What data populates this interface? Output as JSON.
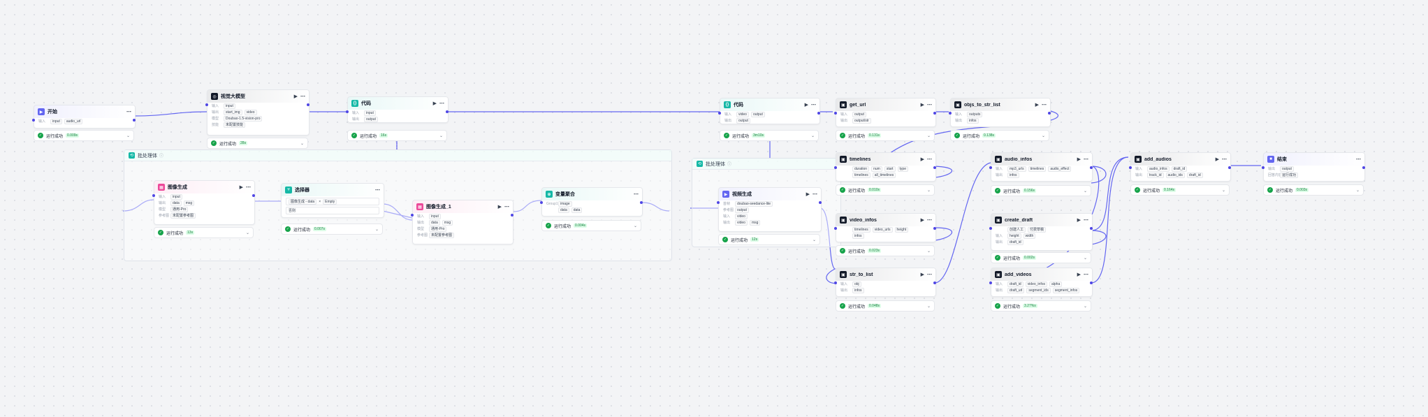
{
  "colors": {
    "accent": "#4f46e5",
    "success": "#16a34a",
    "loop": "#14b8a6"
  },
  "groups": {
    "loop1": {
      "title": "批处理体"
    },
    "loop2": {
      "title": "批处理体"
    }
  },
  "nodes": {
    "start": {
      "title": "开始",
      "rows": [
        {
          "label": "输入",
          "tags": [
            "input",
            "audio_url"
          ]
        }
      ],
      "status": "运行成功",
      "time": "0.009s"
    },
    "llm": {
      "title": "视觉大模型",
      "rows": [
        {
          "label": "输入",
          "tags": [
            "input"
          ]
        },
        {
          "label": "输出",
          "tags": [
            "start_img",
            "video"
          ]
        },
        {
          "label": "模型",
          "tags": [
            "Doubao-1.5-vision-pro"
          ]
        },
        {
          "label": "技能",
          "tags": [
            "未配置技能"
          ]
        }
      ],
      "status": "运行成功",
      "time": "28s"
    },
    "code1": {
      "title": "代码",
      "rows": [
        {
          "label": "输入",
          "tags": [
            "input"
          ]
        },
        {
          "label": "输出",
          "tags": [
            "output"
          ]
        }
      ],
      "status": "运行成功",
      "time": "16s"
    },
    "code2": {
      "title": "代码",
      "rows": [
        {
          "label": "输入",
          "tags": [
            "video",
            "output"
          ]
        },
        {
          "label": "输出",
          "tags": [
            "output"
          ]
        }
      ],
      "status": "运行成功",
      "time": "3m10s"
    },
    "get_url": {
      "title": "get_url",
      "rows": [
        {
          "label": "输入",
          "tags": [
            "output"
          ]
        },
        {
          "label": "输出",
          "tags": [
            "output/str"
          ]
        }
      ],
      "status": "运行成功",
      "time": "0.131s"
    },
    "objs": {
      "title": "objs_to_str_list",
      "rows": [
        {
          "label": "输入",
          "tags": [
            "outputs"
          ]
        },
        {
          "label": "输出",
          "tags": [
            "infos"
          ]
        }
      ],
      "status": "运行成功",
      "time": "0.138s"
    },
    "img1": {
      "title": "图像生成",
      "rows": [
        {
          "label": "输入",
          "tags": [
            "input"
          ]
        },
        {
          "label": "输出",
          "tags": [
            "data",
            "msg"
          ]
        },
        {
          "label": "模型",
          "tags": [
            "通用-Pro"
          ]
        },
        {
          "label": "参考图",
          "tags": [
            "未配置参考图"
          ]
        }
      ],
      "status": "运行成功",
      "time": "13s"
    },
    "select": {
      "title": "选择器",
      "cond1": [
        "图像生成 - data",
        "Empty"
      ],
      "else_label": "否则",
      "status": "运行成功",
      "time": "0.007s"
    },
    "img2": {
      "title": "图像生成_1",
      "rows": [
        {
          "label": "输入",
          "tags": [
            "input"
          ]
        },
        {
          "label": "输出",
          "tags": [
            "data",
            "msg"
          ]
        },
        {
          "label": "模型",
          "tags": [
            "通用-Pro"
          ]
        },
        {
          "label": "参考图",
          "tags": [
            "未配置参考图"
          ]
        }
      ]
    },
    "merge": {
      "title": "变量聚合",
      "rows": [
        {
          "label": "Group1",
          "tags": [
            "image"
          ]
        },
        {
          "label": "",
          "tags": [
            "data",
            "data"
          ]
        }
      ],
      "status": "运行成功",
      "time": "0.004s"
    },
    "video": {
      "title": "视频生成",
      "rows": [
        {
          "label": "首帧",
          "tags": [
            "doubao-seedance-lite"
          ]
        },
        {
          "label": "参考图",
          "tags": [
            "output"
          ]
        },
        {
          "label": "输入",
          "tags": [
            "video"
          ]
        },
        {
          "label": "输出",
          "tags": [
            "video",
            "msg"
          ]
        }
      ],
      "status": "运行成功",
      "time": "12s"
    },
    "timelines": {
      "title": "timelines",
      "rows": [
        {
          "label": "",
          "tags": [
            "duration",
            "num",
            "start",
            "type"
          ]
        },
        {
          "label": "",
          "tags": [
            "timelines",
            "all_timelines"
          ]
        }
      ],
      "status": "运行成功",
      "time": "0.010s"
    },
    "video_infos": {
      "title": "video_infos",
      "rows": [
        {
          "label": "",
          "tags": [
            "timelines",
            "video_urls",
            "height"
          ]
        },
        {
          "label": "",
          "tags": [
            "infos"
          ]
        }
      ],
      "status": "运行成功",
      "time": "0.023s"
    },
    "str_to_list": {
      "title": "str_to_list",
      "rows": [
        {
          "label": "输入",
          "tags": [
            "obj"
          ]
        },
        {
          "label": "输出",
          "tags": [
            "infos"
          ]
        }
      ],
      "status": "运行成功",
      "time": "0.048s"
    },
    "audio_infos": {
      "title": "audio_infos",
      "rows": [
        {
          "label": "输入",
          "tags": [
            "mp3_urls",
            "timelines",
            "audio_effect"
          ]
        },
        {
          "label": "输出",
          "tags": [
            "infos"
          ]
        }
      ],
      "status": "运行成功",
      "time": "0.156s"
    },
    "create_draft": {
      "title": "create_draft",
      "rows": [
        {
          "label": "",
          "tags": [
            "创建人工",
            "付费草稿"
          ]
        },
        {
          "label": "输入",
          "tags": [
            "height",
            "width"
          ]
        },
        {
          "label": "输出",
          "tags": [
            "draft_id"
          ]
        }
      ],
      "status": "运行成功",
      "time": "0.002s"
    },
    "add_videos": {
      "title": "add_videos",
      "rows": [
        {
          "label": "输入",
          "tags": [
            "draft_id",
            "video_infos",
            "alpha"
          ]
        },
        {
          "label": "输出",
          "tags": [
            "draft_url",
            "segment_ids",
            "segment_infos"
          ]
        }
      ],
      "status": "运行成功",
      "time": "3.27%s"
    },
    "add_audios": {
      "title": "add_audios",
      "rows": [
        {
          "label": "输入",
          "tags": [
            "audio_infos",
            "draft_id"
          ]
        },
        {
          "label": "输出",
          "tags": [
            "track_id",
            "audio_ids",
            "draft_id"
          ]
        }
      ],
      "status": "运行成功",
      "time": "0.164s"
    },
    "end": {
      "title": "结束",
      "rows": [
        {
          "label": "输出",
          "tags": [
            "output"
          ]
        },
        {
          "label": "回答内容",
          "tags": [
            "运行成功"
          ]
        }
      ],
      "status": "运行成功",
      "time": "0.003s"
    }
  }
}
